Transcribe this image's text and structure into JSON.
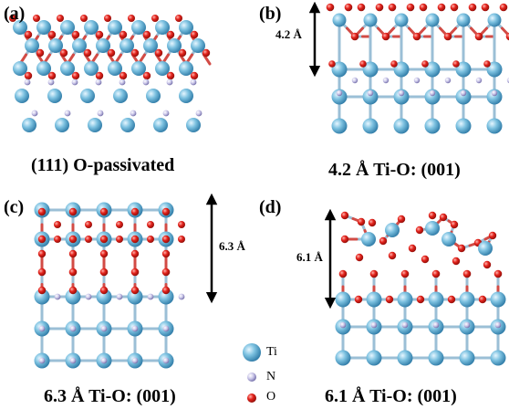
{
  "panels": {
    "a": {
      "label": "(a)",
      "caption": "(111) O-passivated"
    },
    "b": {
      "label": "(b)",
      "caption": "4.2 Å Ti-O: (001)",
      "dimension": "4.2 Å"
    },
    "c": {
      "label": "(c)",
      "caption": "6.3 Å Ti-O: (001)",
      "dimension": "6.3 Å"
    },
    "d": {
      "label": "(d)",
      "caption": "6.1 Å Ti-O: (001)",
      "dimension": "6.1 Å"
    }
  },
  "legend": [
    {
      "atom": "Ti",
      "color": "#7cc1e0"
    },
    {
      "atom": "N",
      "color": "#c9c5e8"
    },
    {
      "atom": "O",
      "color": "#e3231c"
    }
  ],
  "colors": {
    "ti": "#7cc1e0",
    "n": "#c9c5e8",
    "o": "#e3231c",
    "bond": "#9bbfd6"
  }
}
